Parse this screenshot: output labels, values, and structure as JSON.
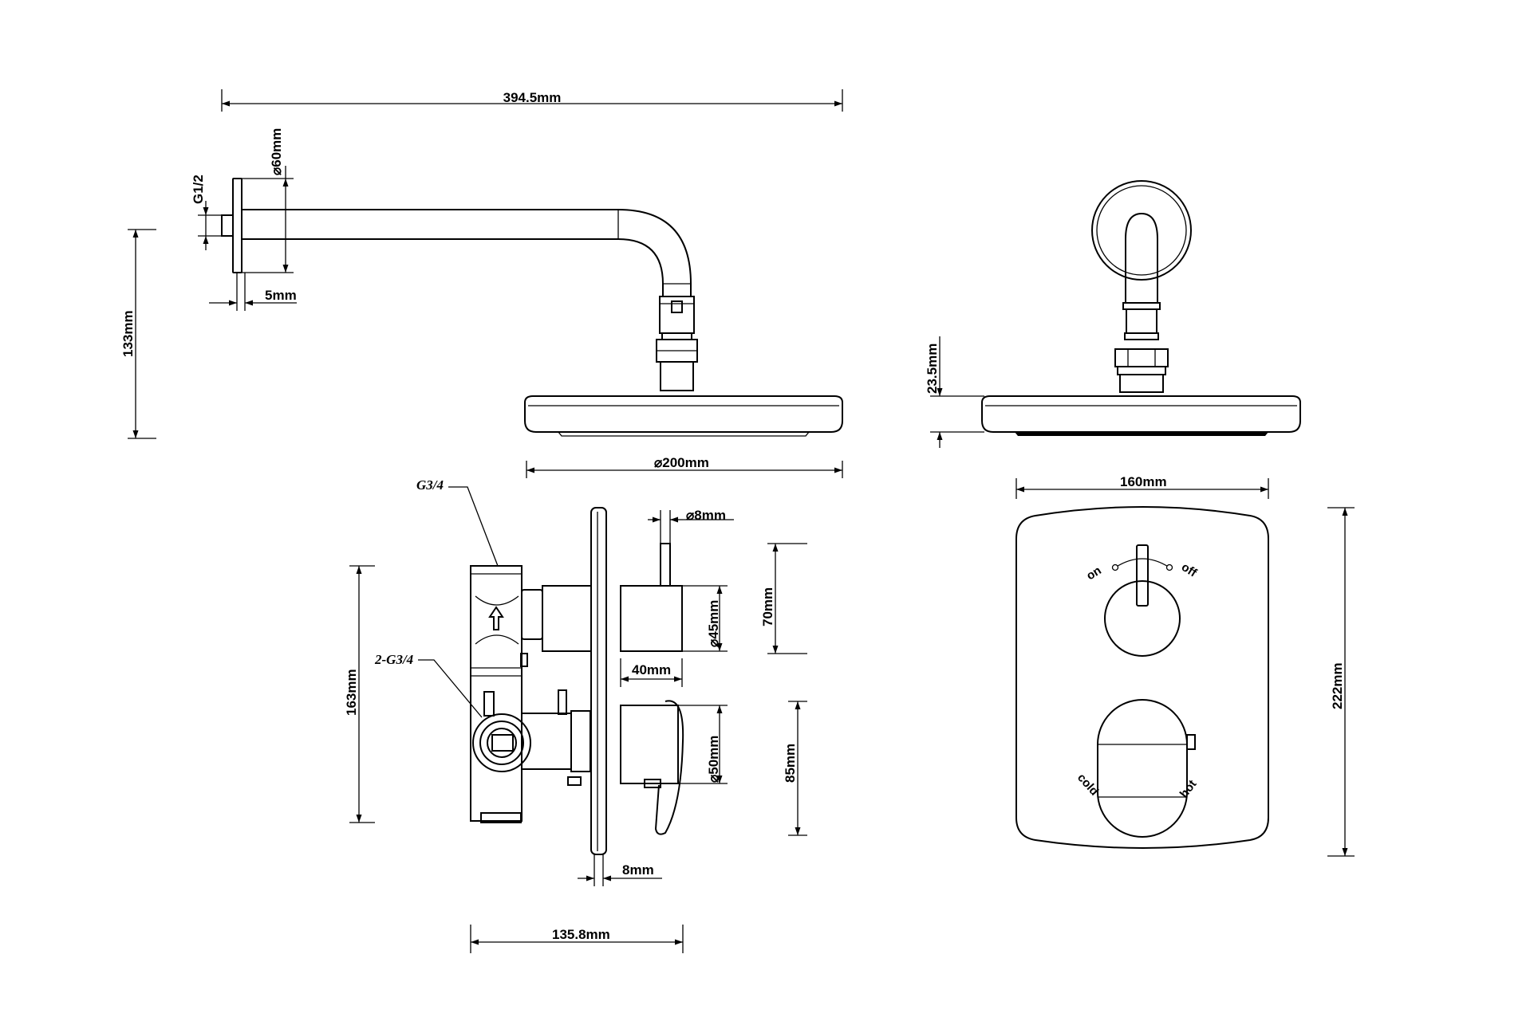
{
  "dimensions": {
    "arm_length": "394.5mm",
    "flange_diameter": "60mm",
    "thread": "G1/2",
    "flange_thickness": "5mm",
    "total_height": "133mm",
    "head_thickness": "23.5mm",
    "head_diameter": "200mm",
    "plate_width": "160mm",
    "plate_height": "222mm",
    "pin_diameter": "8mm",
    "knob_diameter": "45mm",
    "knob_projection": "70mm",
    "knob_length": "40mm",
    "valve_height": "163mm",
    "handle_diameter": "50mm",
    "handle_projection": "85mm",
    "plate_thickness": "8mm",
    "valve_depth": "135.8mm"
  },
  "labels": {
    "inlet": "G3/4",
    "outlets": "2-G3/4",
    "knob_on": "on",
    "knob_off": "off",
    "handle_cold": "cold",
    "handle_hot": "hot"
  },
  "symbols": {
    "diameter": "⌀"
  }
}
